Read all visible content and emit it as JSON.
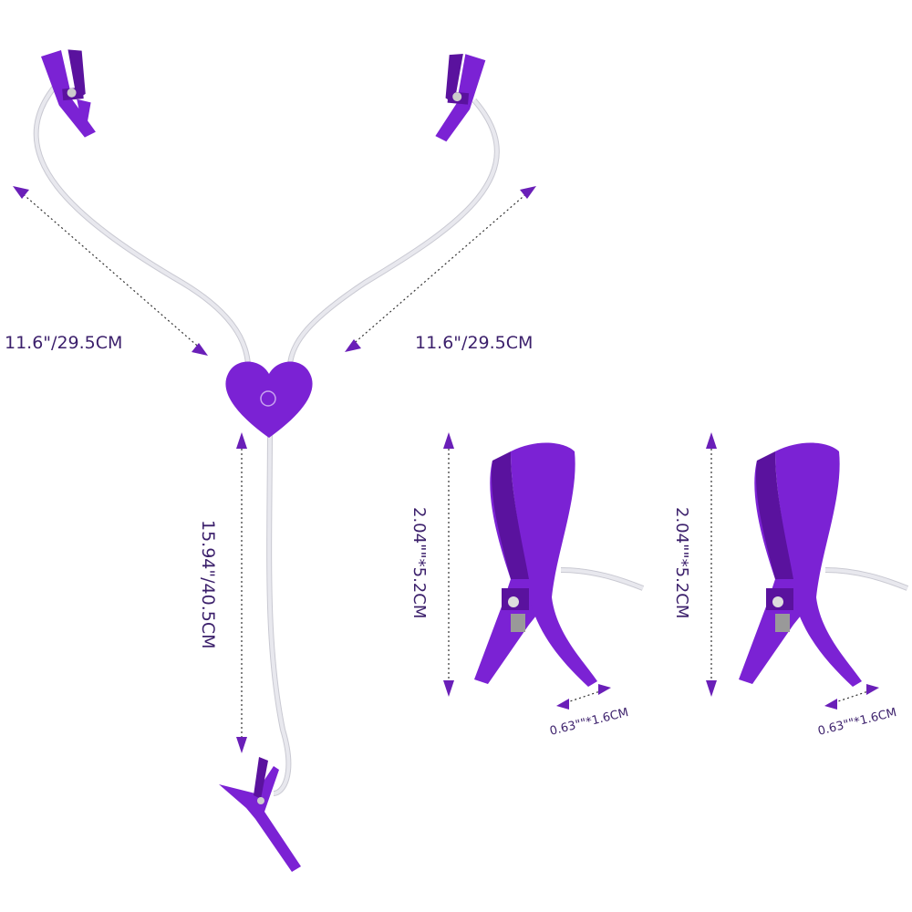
{
  "colors": {
    "product": "#7b22d4",
    "label_text": "#3b1f6b",
    "arrow": "#6a1fb8"
  },
  "dimensions": {
    "left_cable": "11.6\"/29.5CM",
    "right_cable": "11.6\"/29.5CM",
    "bottom_cable": "15.94\"/40.5CM",
    "clip1_height": "2.04\"\"*5.2CM",
    "clip2_height": "2.04\"\"*5.2CM",
    "clip1_width": "0.63\"\"*1.6CM",
    "clip2_width": "0.63\"\"*1.6CM"
  }
}
